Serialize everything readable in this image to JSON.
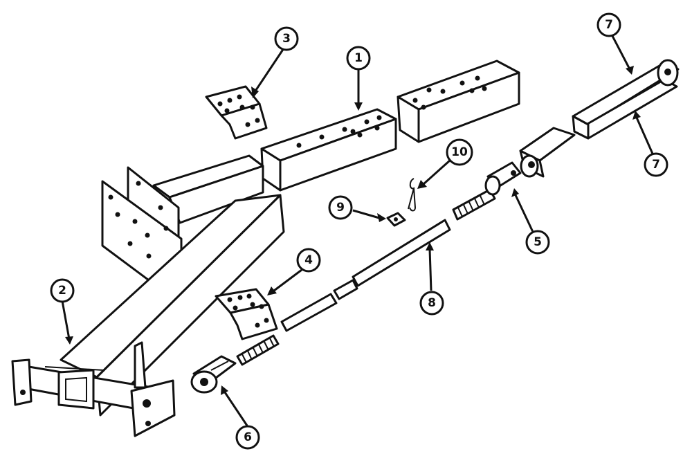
{
  "callouts": [
    {
      "label": "1"
    },
    {
      "label": "2"
    },
    {
      "label": "3"
    },
    {
      "label": "4"
    },
    {
      "label": "5"
    },
    {
      "label": "6"
    },
    {
      "label": "7"
    },
    {
      "label": "7"
    },
    {
      "label": "8"
    },
    {
      "label": "9"
    },
    {
      "label": "10"
    }
  ],
  "colors": {
    "ink": "#111111",
    "paper": "#ffffff"
  }
}
